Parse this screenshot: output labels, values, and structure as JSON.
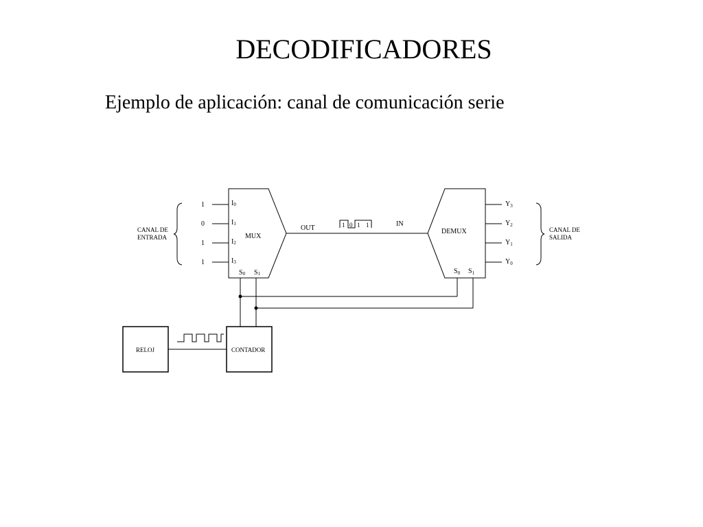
{
  "title": "DECODIFICADORES",
  "subtitle": "Ejemplo de aplicación: canal de comunicación serie",
  "diagram": {
    "mux": {
      "label": "MUX",
      "input_values": [
        "1",
        "0",
        "1",
        "1"
      ],
      "input_letter": "I",
      "input_subs": [
        "0",
        "1",
        "2",
        "3"
      ],
      "select_letter": "S",
      "select_subs": [
        "0",
        "1"
      ]
    },
    "demux": {
      "label": "DEMUX",
      "output_letter": "Y",
      "output_subs": [
        "3",
        "2",
        "1",
        "0"
      ],
      "select_letter": "S",
      "select_subs": [
        "0",
        "1"
      ]
    },
    "canal_entrada": [
      "CANAL DE",
      "ENTRADA"
    ],
    "canal_salida": [
      "CANAL DE",
      "SALIDA"
    ],
    "out_label": "OUT",
    "in_label": "IN",
    "serial_bits": [
      "1",
      "0",
      "1",
      "1"
    ],
    "reloj_label": "RELOJ",
    "contador_label": "CONTADOR"
  }
}
